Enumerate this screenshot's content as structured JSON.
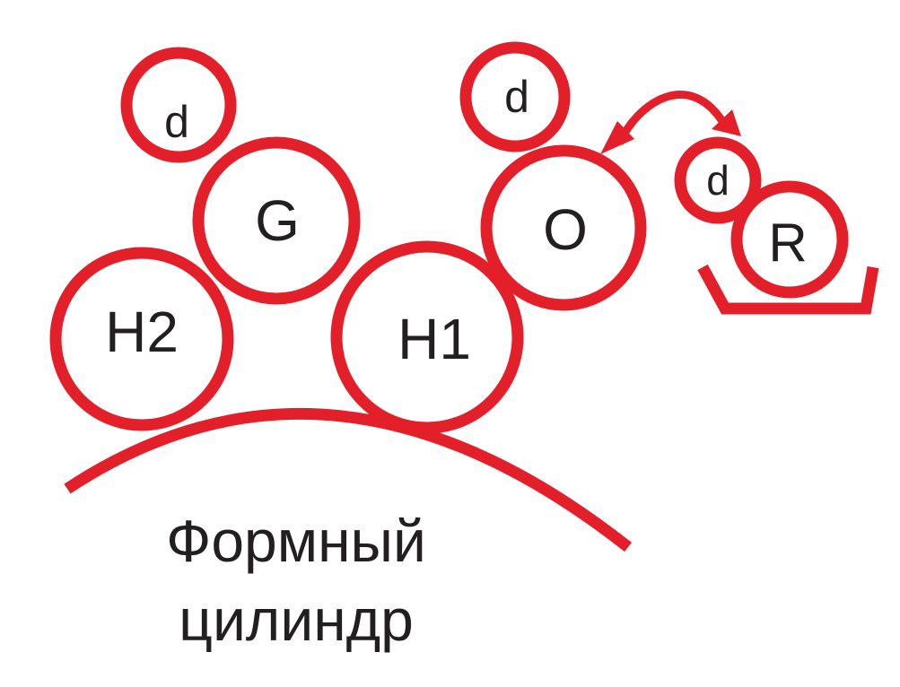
{
  "colors": {
    "stroke": "#e3202a",
    "text": "#231f20",
    "background": "#ffffff"
  },
  "rollers": {
    "h2": "H2",
    "h1": "H1",
    "g": "G",
    "o": "O",
    "r": "R",
    "d_left": "d",
    "d_mid": "d",
    "d_right": "d"
  },
  "cylinder_label": {
    "line1": "Формный",
    "line2": "цилиндр"
  }
}
